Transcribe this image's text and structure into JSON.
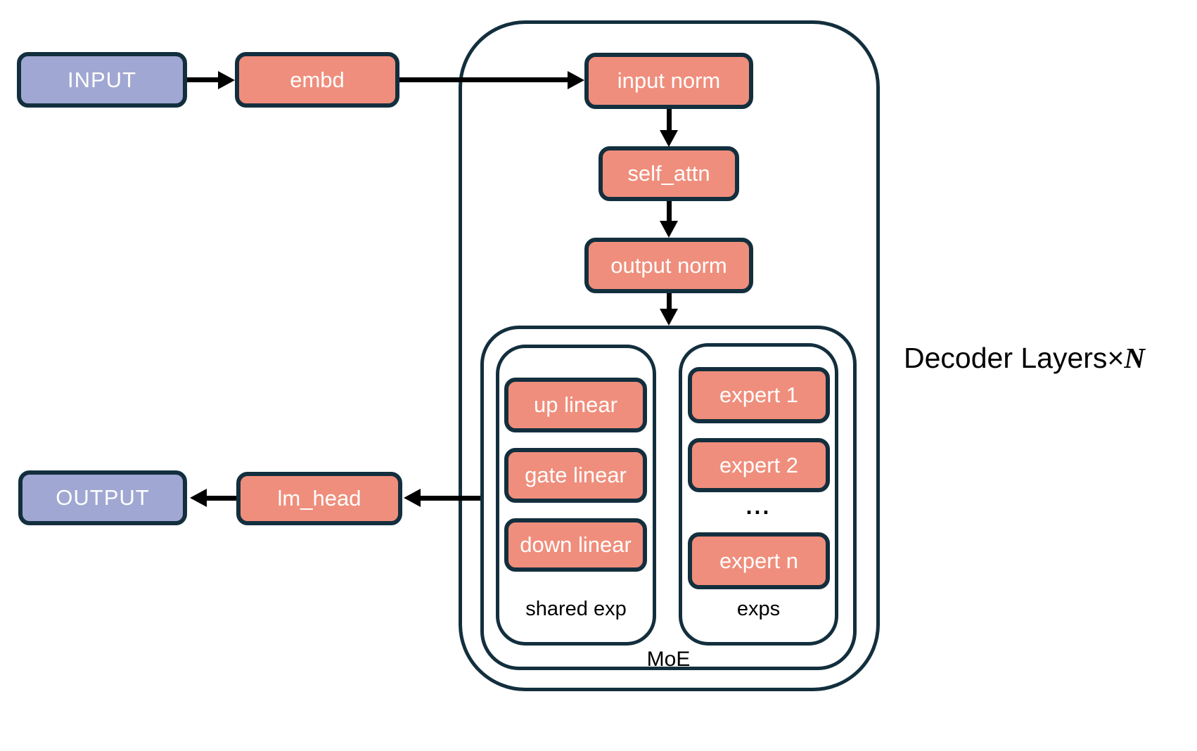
{
  "colors": {
    "block_fill": "#EF8E7C",
    "io_fill": "#A0A7D2",
    "outline": "#132F3E",
    "arrow": "#000000",
    "text_on_block": "#FFFFFF",
    "label_text": "#000000"
  },
  "nodes": {
    "input": "INPUT",
    "embd": "embd",
    "input_norm": "input norm",
    "self_attn": "self_attn",
    "output_norm": "output norm",
    "lm_head": "lm_head",
    "output": "OUTPUT"
  },
  "moe": {
    "label": "MoE",
    "shared_exp": {
      "label": "shared exp",
      "items": [
        "up linear",
        "gate linear",
        "down linear"
      ]
    },
    "exps": {
      "label": "exps",
      "items": [
        "expert 1",
        "expert 2",
        "expert n"
      ],
      "ellipsis": "..."
    }
  },
  "decoder": {
    "label_prefix": "Decoder Layers",
    "times": "×",
    "n": "N"
  }
}
